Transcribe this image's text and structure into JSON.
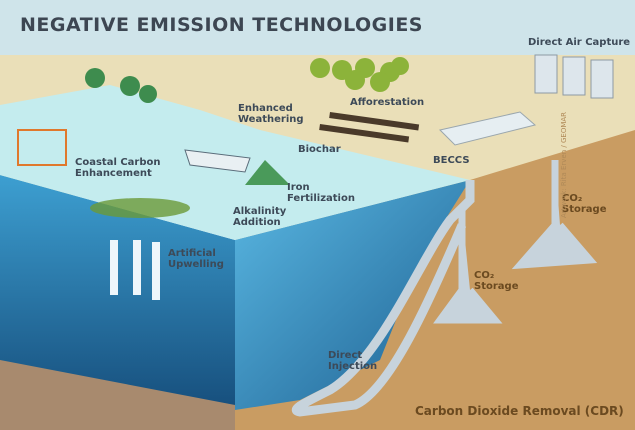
{
  "title": "NEGATIVE EMISSION TECHNOLOGIES",
  "labels": {
    "direct_air_capture": "Direct Air Capture",
    "afforestation": "Afforestation",
    "enhanced_weathering_1": "Enhanced",
    "enhanced_weathering_2": "Weathering",
    "biochar": "Biochar",
    "beccs": "BECCS",
    "coastal_1": "Coastal Carbon",
    "coastal_2": "Enhancement",
    "iron_1": "Iron",
    "iron_2": "Fertilization",
    "alkalinity_1": "Alkalinity",
    "alkalinity_2": "Addition",
    "upwelling_1": "Artificial",
    "upwelling_2": "Upwelling",
    "storage_right_1": "CO₂",
    "storage_right_2": "Storage",
    "storage_mid_1": "CO₂",
    "storage_mid_2": "Storage",
    "injection_1": "Direct",
    "injection_2": "Injection"
  },
  "footer": "Carbon Dioxide Removal (CDR)",
  "credit": "Artwork: Rita Erven / GEOMAR",
  "colors": {
    "sky": "#cfe4ea",
    "land": "#eadfb8",
    "ocean_surface": "#c4ecee",
    "ocean_deep": "#1f6fa6",
    "soil": "#c99c62",
    "pipe": "#c7d3dc"
  }
}
